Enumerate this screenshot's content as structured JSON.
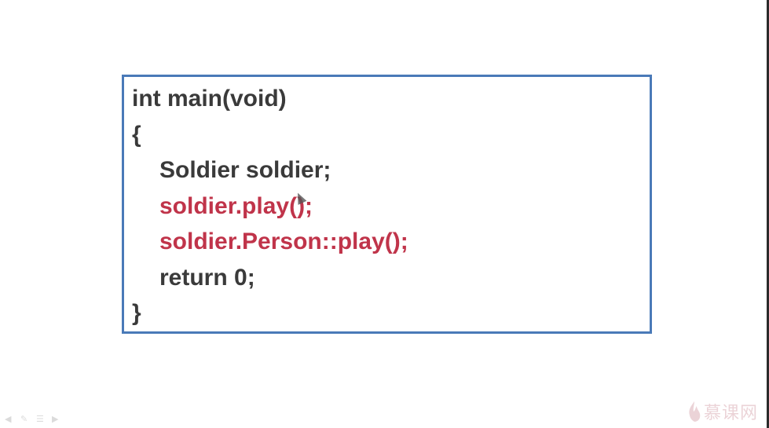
{
  "code": {
    "lines": [
      {
        "text": "int main(void)",
        "style": "normal",
        "indent": false
      },
      {
        "text": "{",
        "style": "normal",
        "indent": false
      },
      {
        "text": "Soldier soldier;",
        "style": "normal",
        "indent": true
      },
      {
        "text": "soldier.play();",
        "style": "highlight",
        "indent": true
      },
      {
        "text": "soldier.Person::play();",
        "style": "highlight",
        "indent": true
      },
      {
        "text": "return 0;",
        "style": "normal",
        "indent": true
      },
      {
        "text": "}",
        "style": "normal",
        "indent": false
      }
    ]
  },
  "colors": {
    "code_text": "#3a3a3a",
    "highlight": "#c0344a",
    "box_border": "#4a7ab8",
    "logo": "#d5a0a8"
  },
  "slide_controls": {
    "icons": [
      "back-arrow-icon",
      "pen-icon",
      "menu-icon",
      "forward-arrow-icon"
    ]
  },
  "logo": {
    "text": "慕课网",
    "icon": "flame-icon"
  }
}
